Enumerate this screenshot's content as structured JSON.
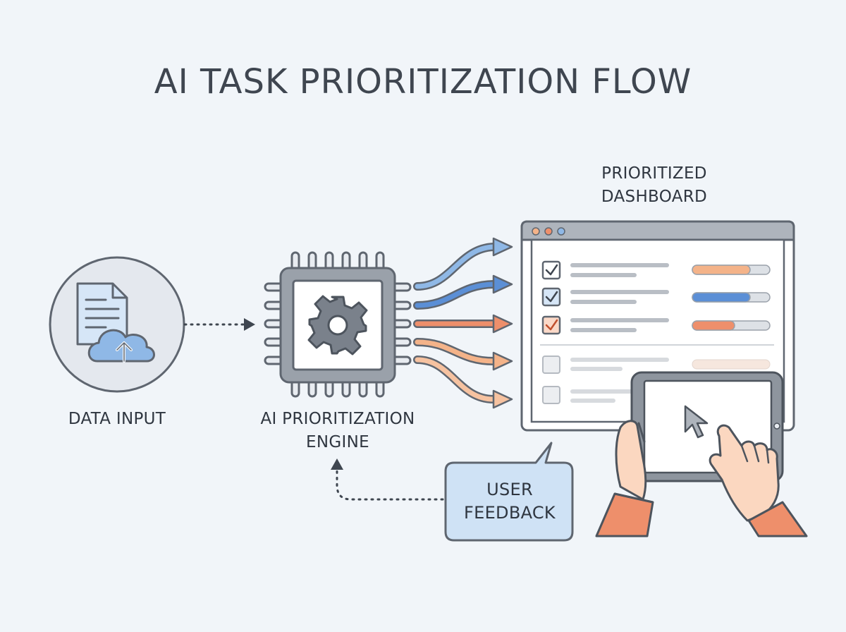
{
  "title": "AI TASK PRIORITIZATION FLOW",
  "nodes": {
    "data_input": {
      "label": "DATA INPUT"
    },
    "engine": {
      "label_line1": "AI PRIORITIZATION",
      "label_line2": "ENGINE"
    },
    "dashboard": {
      "label_line1": "PRIORITIZED",
      "label_line2": "DASHBOARD"
    },
    "feedback": {
      "label_line1": "USER",
      "label_line2": "FEEDBACK"
    }
  },
  "icons": [
    "document-icon",
    "cloud-upload-icon",
    "chip-icon",
    "gear-icon",
    "cursor-icon",
    "tablet-icon",
    "hands-icon"
  ],
  "colors": {
    "blue": "#5b8fd6",
    "orange": "#ee8f6b",
    "peach": "#f4b389",
    "outline": "#5f6670",
    "light_blue": "#cfe2f5",
    "background": "#f1f5f9"
  }
}
